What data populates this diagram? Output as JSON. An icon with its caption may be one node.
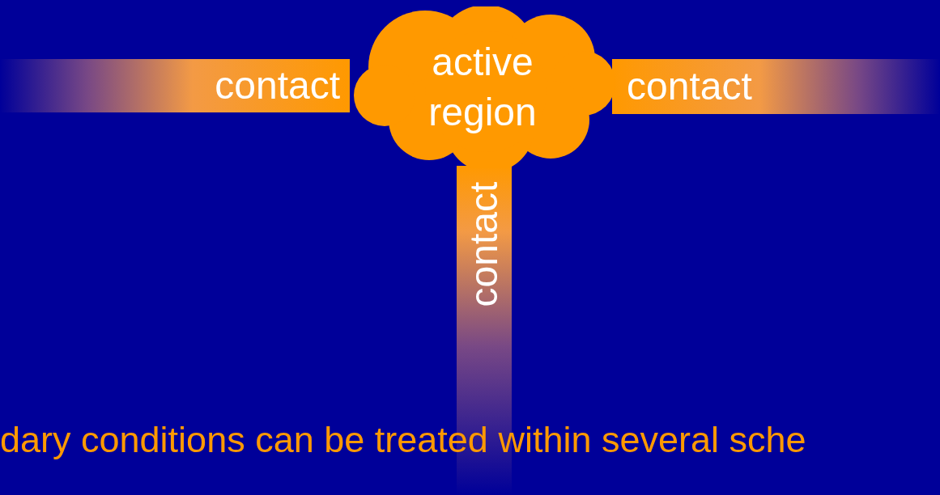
{
  "diagram": {
    "nodes": [
      {
        "text": [
          "contact"
        ]
      },
      {
        "text": [
          "active region"
        ]
      },
      {
        "text": [
          "contact"
        ]
      },
      {
        "text": [
          "contact"
        ]
      }
    ],
    "labels": [
      "dary conditions can be treated within several sche"
    ]
  }
}
